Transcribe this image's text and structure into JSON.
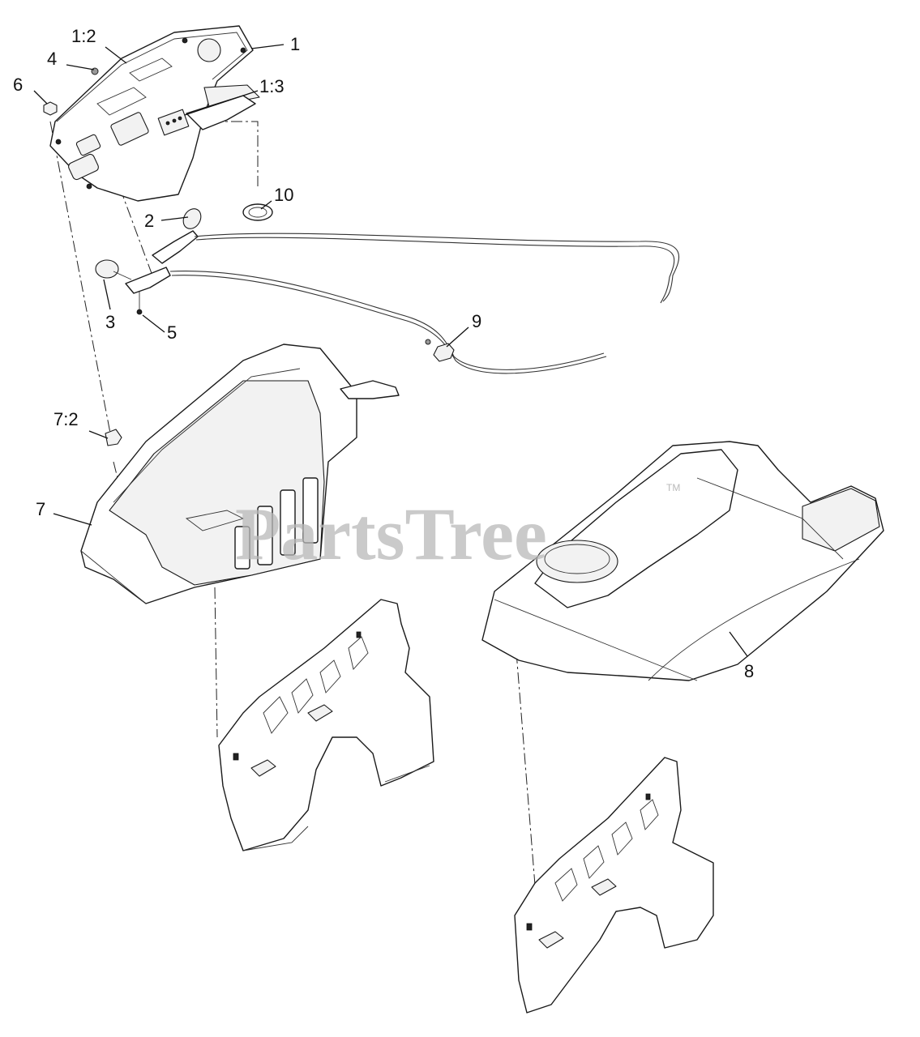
{
  "diagram": {
    "callouts": [
      "1:2",
      "1",
      "4",
      "6",
      "1:3",
      "10",
      "2",
      "3",
      "5",
      "9",
      "7:2",
      "7",
      "8"
    ],
    "watermark": "PartsTree",
    "watermark_mark": "TM"
  }
}
